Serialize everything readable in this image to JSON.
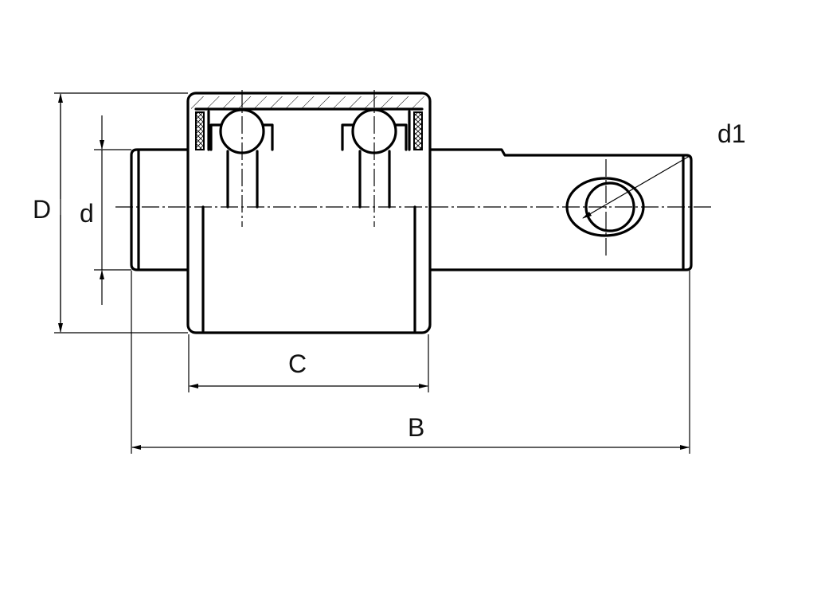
{
  "drawing": {
    "labels": {
      "outer_diameter": "D",
      "bore_diameter": "d",
      "pin_hole_diameter": "d1",
      "housing_width": "C",
      "overall_length": "B"
    },
    "line_color": "#000000",
    "background": "#ffffff"
  }
}
